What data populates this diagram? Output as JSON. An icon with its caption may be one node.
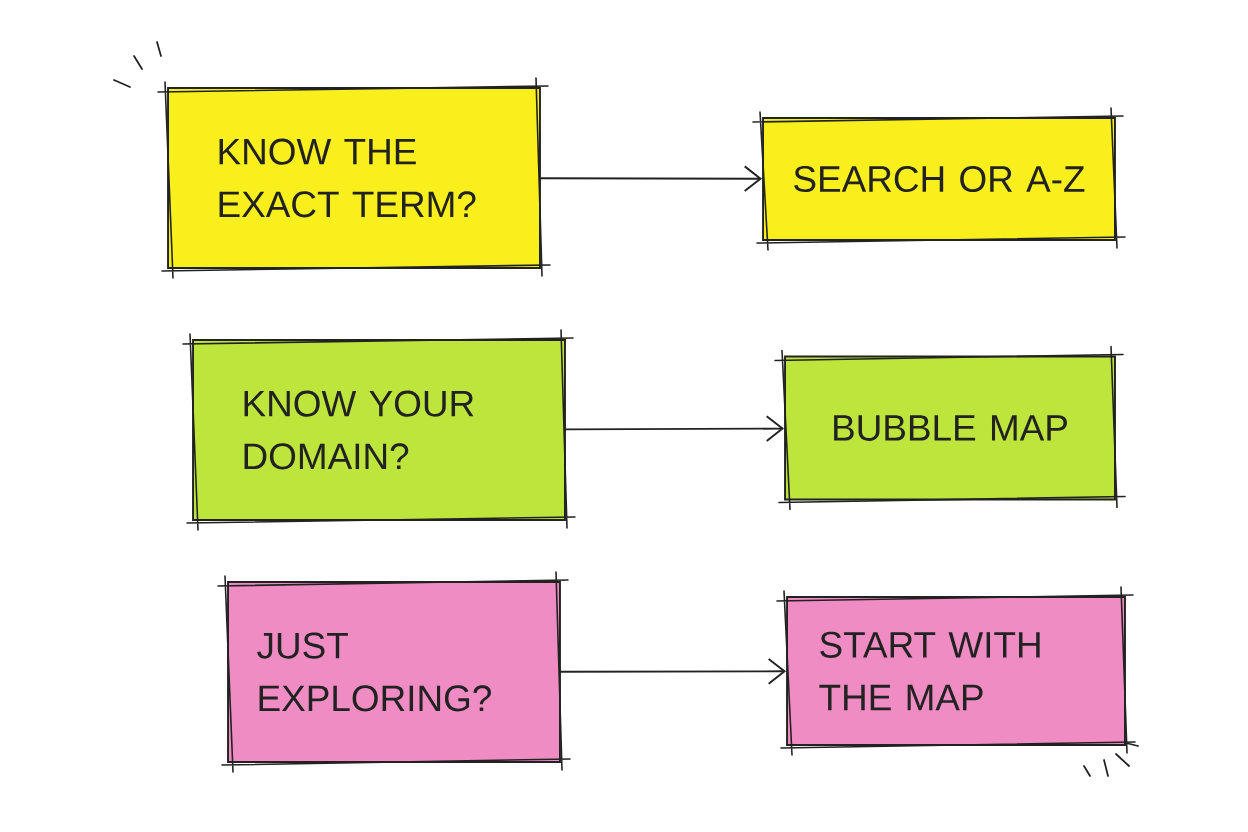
{
  "diagram": {
    "nodes": [
      {
        "text": [
          "KNOW THE EXACT TERM?"
        ]
      },
      {
        "text": [
          "SEARCH OR A-Z"
        ]
      },
      {
        "text": [
          "KNOW YOUR DOMAIN?"
        ]
      },
      {
        "text": [
          "BUBBLE MAP"
        ]
      },
      {
        "text": [
          "JUST EXPLORING?"
        ]
      },
      {
        "text": [
          "START WITH THE MAP"
        ]
      }
    ],
    "edges": [
      {
        "from": 0,
        "to": 1,
        "arrow": "to"
      },
      {
        "from": 2,
        "to": 3,
        "arrow": "to"
      },
      {
        "from": 4,
        "to": 5,
        "arrow": "to"
      }
    ]
  }
}
